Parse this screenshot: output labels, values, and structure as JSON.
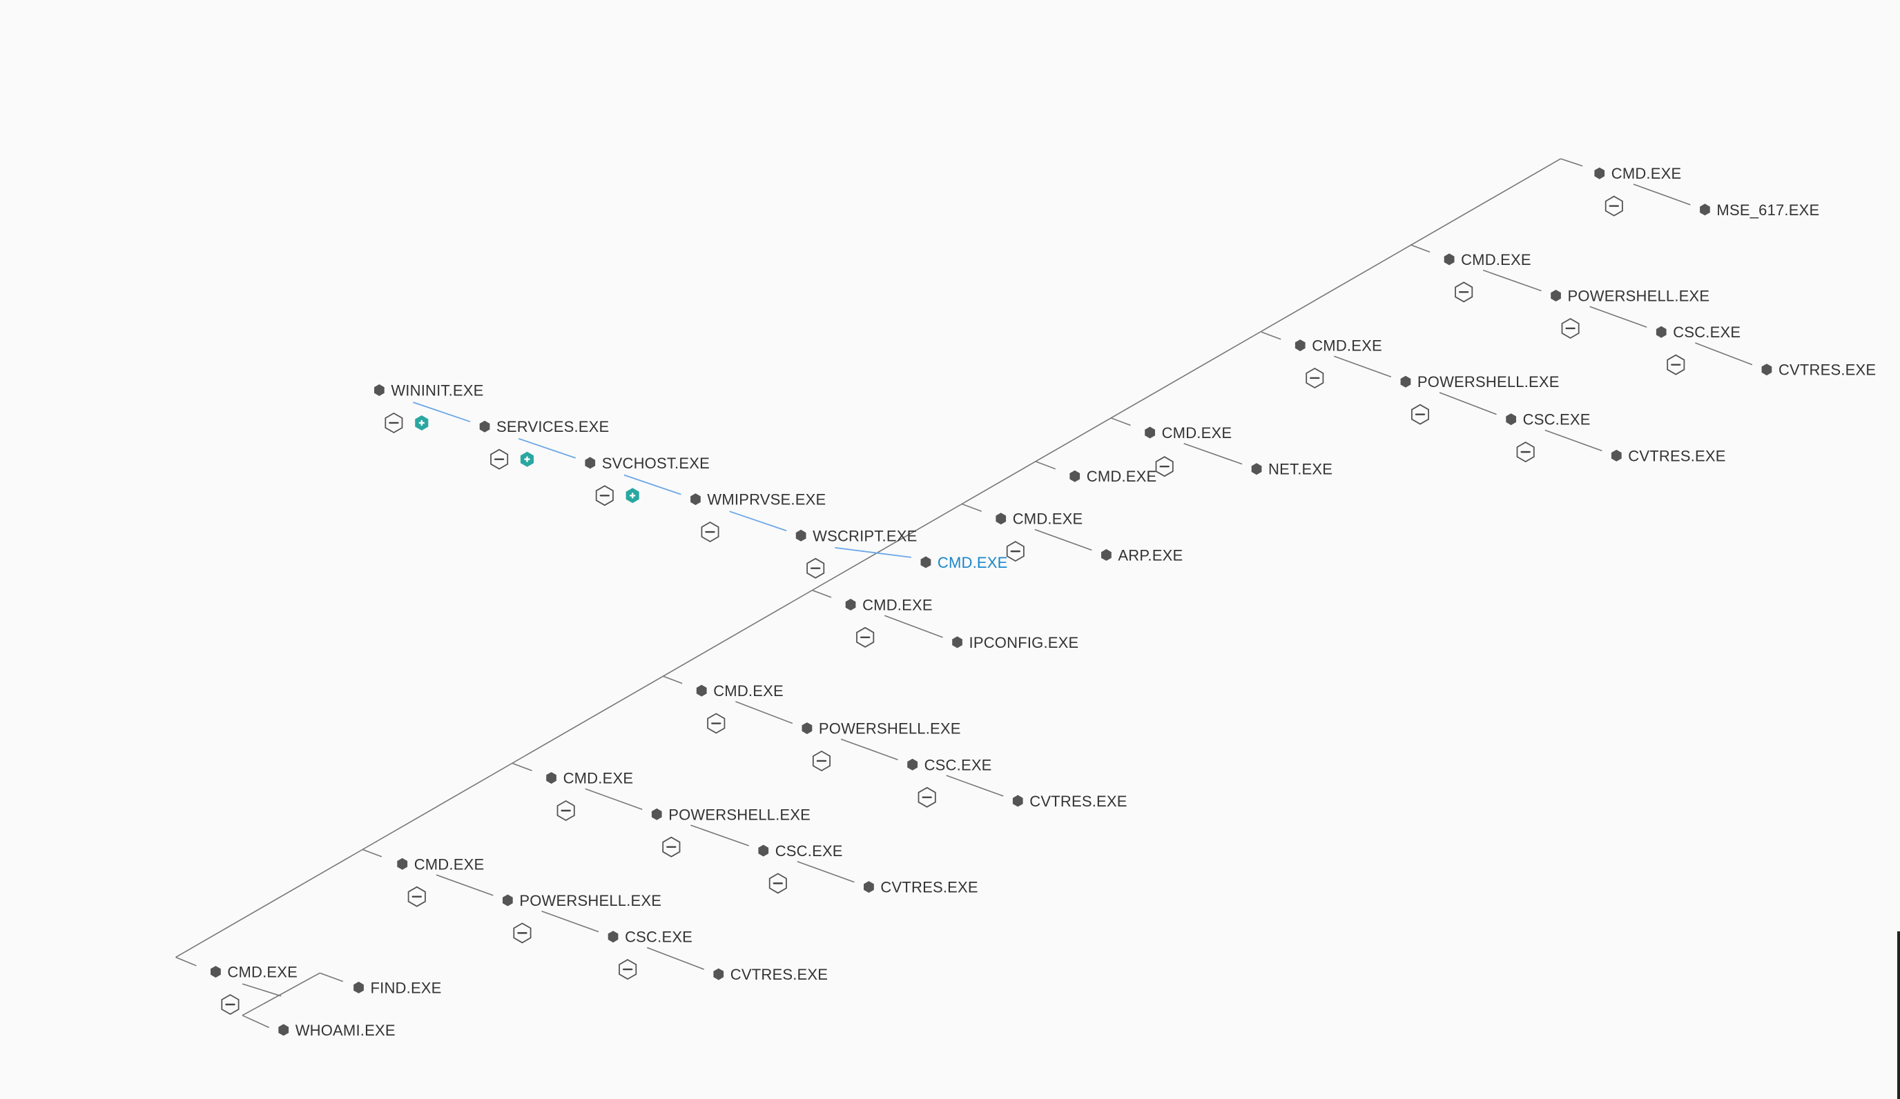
{
  "graph": {
    "selected": "n-cmd-selected",
    "colors": {
      "background": "#fafafa",
      "edge": "#777777",
      "origin_path": "#6aa7e8",
      "selected_label": "#1a87c9",
      "badge": "#2aa7a1"
    },
    "nodes": [
      {
        "id": "n-wininit",
        "label": "WININIT.EXE",
        "collapse": true,
        "badge": true
      },
      {
        "id": "n-services",
        "label": "SERVICES.EXE",
        "collapse": true,
        "badge": true
      },
      {
        "id": "n-svchost",
        "label": "SVCHOST.EXE",
        "collapse": true,
        "badge": true
      },
      {
        "id": "n-wmiprvse",
        "label": "WMIPRVSE.EXE",
        "collapse": true
      },
      {
        "id": "n-wscript",
        "label": "WSCRIPT.EXE",
        "collapse": true
      },
      {
        "id": "n-cmd-selected",
        "label": "CMD.EXE",
        "collapse": false
      },
      {
        "id": "n-cmd-a",
        "label": "CMD.EXE",
        "collapse": true
      },
      {
        "id": "n-mse617",
        "label": "MSE_617.EXE",
        "collapse": false
      },
      {
        "id": "n-cmd-b",
        "label": "CMD.EXE",
        "collapse": true
      },
      {
        "id": "n-ps-b",
        "label": "POWERSHELL.EXE",
        "collapse": true
      },
      {
        "id": "n-csc-b",
        "label": "CSC.EXE",
        "collapse": true
      },
      {
        "id": "n-cvtres-b",
        "label": "CVTRES.EXE",
        "collapse": false
      },
      {
        "id": "n-cmd-c",
        "label": "CMD.EXE",
        "collapse": true
      },
      {
        "id": "n-ps-c",
        "label": "POWERSHELL.EXE",
        "collapse": true
      },
      {
        "id": "n-csc-c",
        "label": "CSC.EXE",
        "collapse": true
      },
      {
        "id": "n-cvtres-c",
        "label": "CVTRES.EXE",
        "collapse": false
      },
      {
        "id": "n-cmd-d",
        "label": "CMD.EXE",
        "collapse": true
      },
      {
        "id": "n-net",
        "label": "NET.EXE",
        "collapse": false
      },
      {
        "id": "n-cmd-e",
        "label": "CMD.EXE",
        "collapse": false
      },
      {
        "id": "n-cmd-f",
        "label": "CMD.EXE",
        "collapse": true
      },
      {
        "id": "n-arp",
        "label": "ARP.EXE",
        "collapse": false
      },
      {
        "id": "n-cmd-g",
        "label": "CMD.EXE",
        "collapse": true
      },
      {
        "id": "n-ipconfig",
        "label": "IPCONFIG.EXE",
        "collapse": false
      },
      {
        "id": "n-cmd-h",
        "label": "CMD.EXE",
        "collapse": true
      },
      {
        "id": "n-ps-h",
        "label": "POWERSHELL.EXE",
        "collapse": true
      },
      {
        "id": "n-csc-h",
        "label": "CSC.EXE",
        "collapse": true
      },
      {
        "id": "n-cvtres-h",
        "label": "CVTRES.EXE",
        "collapse": false
      },
      {
        "id": "n-cmd-i",
        "label": "CMD.EXE",
        "collapse": true
      },
      {
        "id": "n-ps-i",
        "label": "POWERSHELL.EXE",
        "collapse": true
      },
      {
        "id": "n-csc-i",
        "label": "CSC.EXE",
        "collapse": true
      },
      {
        "id": "n-cvtres-i",
        "label": "CVTRES.EXE",
        "collapse": false
      },
      {
        "id": "n-cmd-j",
        "label": "CMD.EXE",
        "collapse": true
      },
      {
        "id": "n-ps-j",
        "label": "POWERSHELL.EXE",
        "collapse": true
      },
      {
        "id": "n-csc-j",
        "label": "CSC.EXE",
        "collapse": true
      },
      {
        "id": "n-cvtres-j",
        "label": "CVTRES.EXE",
        "collapse": false
      },
      {
        "id": "n-cmd-k",
        "label": "CMD.EXE",
        "collapse": true
      },
      {
        "id": "n-find",
        "label": "FIND.EXE",
        "collapse": false
      },
      {
        "id": "n-whoami",
        "label": "WHOAMI.EXE",
        "collapse": false
      }
    ],
    "origin_path": [
      "n-wininit",
      "n-services",
      "n-svchost",
      "n-wmiprvse",
      "n-wscript",
      "n-cmd-selected"
    ],
    "edges": [
      [
        "n-cmd-a",
        "n-mse617"
      ],
      [
        "n-cmd-b",
        "n-ps-b"
      ],
      [
        "n-ps-b",
        "n-csc-b"
      ],
      [
        "n-csc-b",
        "n-cvtres-b"
      ],
      [
        "n-cmd-c",
        "n-ps-c"
      ],
      [
        "n-ps-c",
        "n-csc-c"
      ],
      [
        "n-csc-c",
        "n-cvtres-c"
      ],
      [
        "n-cmd-d",
        "n-net"
      ],
      [
        "n-cmd-f",
        "n-arp"
      ],
      [
        "n-cmd-g",
        "n-ipconfig"
      ],
      [
        "n-cmd-h",
        "n-ps-h"
      ],
      [
        "n-ps-h",
        "n-csc-h"
      ],
      [
        "n-csc-h",
        "n-cvtres-h"
      ],
      [
        "n-cmd-i",
        "n-ps-i"
      ],
      [
        "n-ps-i",
        "n-csc-i"
      ],
      [
        "n-csc-i",
        "n-cvtres-i"
      ],
      [
        "n-cmd-j",
        "n-ps-j"
      ],
      [
        "n-ps-j",
        "n-csc-j"
      ],
      [
        "n-csc-j",
        "n-cvtres-j"
      ]
    ]
  }
}
